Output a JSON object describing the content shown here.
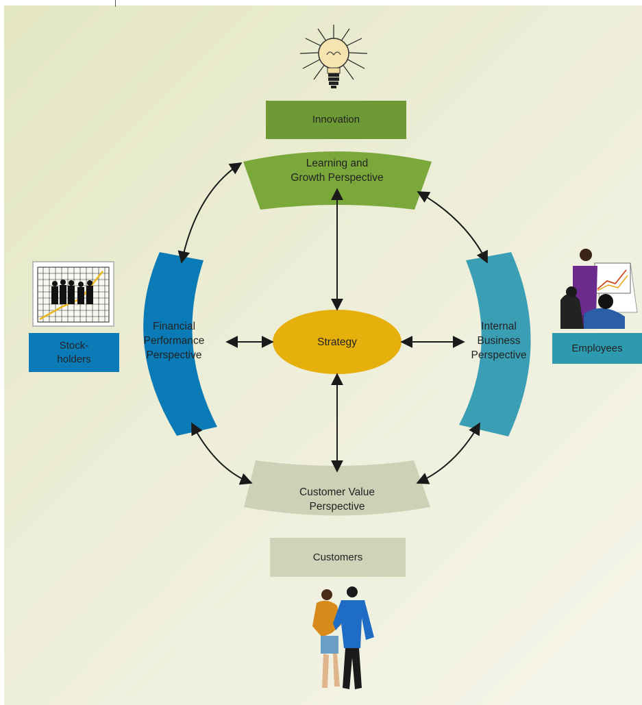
{
  "labels": {
    "innovation": "Innovation",
    "customers": "Customers",
    "stockholders_1": "Stock-",
    "stockholders_2": "holders",
    "employees": "Employees",
    "learning_1": "Learning and",
    "learning_2": "Growth Perspective",
    "financial_1": "Financial",
    "financial_2": "Performance",
    "financial_3": "Perspective",
    "internal_1": "Internal",
    "internal_2": "Business",
    "internal_3": "Perspective",
    "customer_value_1": "Customer Value",
    "customer_value_2": "Perspective",
    "strategy": "Strategy"
  },
  "colors": {
    "innovation_box": "#6d9a35",
    "learning_band": "#7aa83b",
    "financial_band": "#0b7bb7",
    "internal_band": "#3a9fb5",
    "customer_band": "#cdd1b5",
    "strategy_ellipse": "#e6b00c",
    "arrows": "#1a1a1a"
  },
  "icons": {
    "top": "lightbulb-icon",
    "left": "stock-chart-people-icon",
    "right": "presenter-with-chart-icon",
    "bottom": "walking-couple-icon"
  }
}
